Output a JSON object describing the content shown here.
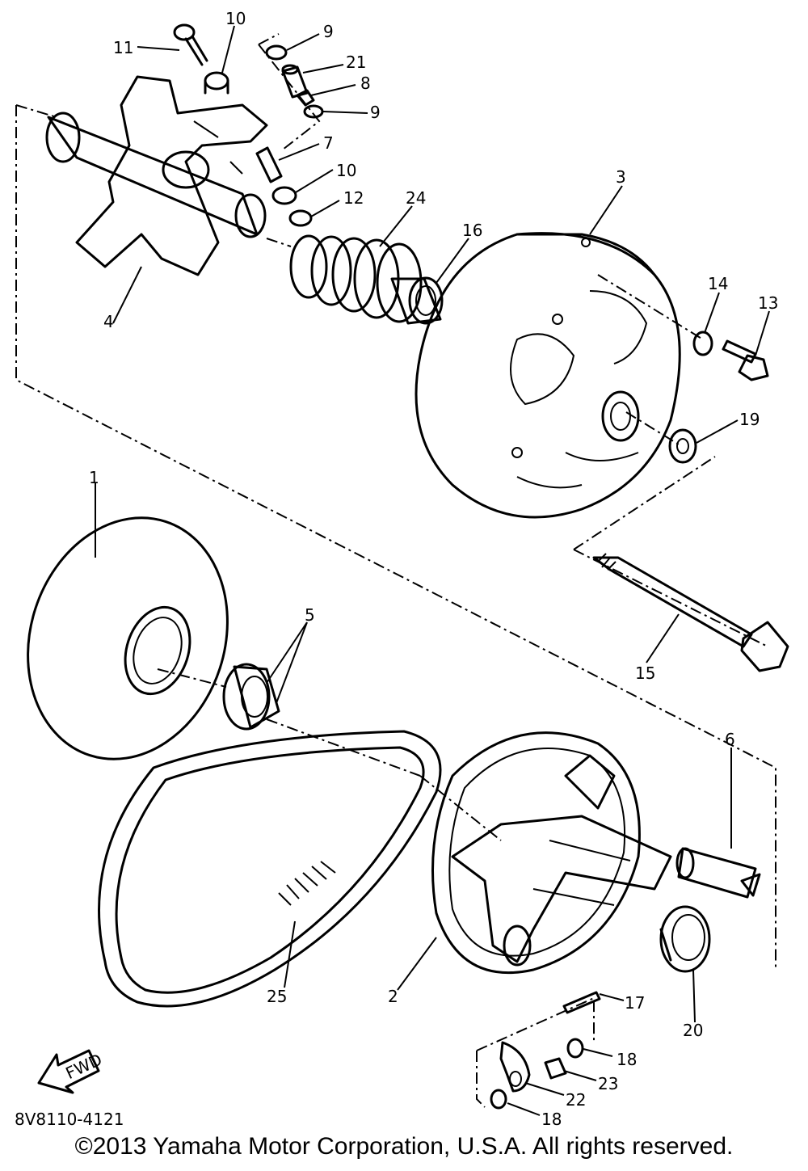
{
  "diagram": {
    "figure_code": "8V8110-4121",
    "fwd_label": "FWD",
    "callouts": [
      {
        "id": "1",
        "text": "1"
      },
      {
        "id": "2",
        "text": "2"
      },
      {
        "id": "3",
        "text": "3"
      },
      {
        "id": "4",
        "text": "4"
      },
      {
        "id": "5",
        "text": "5"
      },
      {
        "id": "6",
        "text": "6"
      },
      {
        "id": "7",
        "text": "7"
      },
      {
        "id": "8",
        "text": "8"
      },
      {
        "id": "9a",
        "text": "9"
      },
      {
        "id": "9b",
        "text": "9"
      },
      {
        "id": "10a",
        "text": "10"
      },
      {
        "id": "10b",
        "text": "10"
      },
      {
        "id": "11",
        "text": "11"
      },
      {
        "id": "12",
        "text": "12"
      },
      {
        "id": "13",
        "text": "13"
      },
      {
        "id": "14",
        "text": "14"
      },
      {
        "id": "15",
        "text": "15"
      },
      {
        "id": "16",
        "text": "16"
      },
      {
        "id": "17",
        "text": "17"
      },
      {
        "id": "18a",
        "text": "18"
      },
      {
        "id": "18b",
        "text": "18"
      },
      {
        "id": "19",
        "text": "19"
      },
      {
        "id": "20",
        "text": "20"
      },
      {
        "id": "21",
        "text": "21"
      },
      {
        "id": "22",
        "text": "22"
      },
      {
        "id": "23",
        "text": "23"
      },
      {
        "id": "24",
        "text": "24"
      },
      {
        "id": "25",
        "text": "25"
      }
    ]
  },
  "footer": {
    "copyright": "©2013 Yamaha Motor Corporation, U.S.A. All rights reserved."
  }
}
